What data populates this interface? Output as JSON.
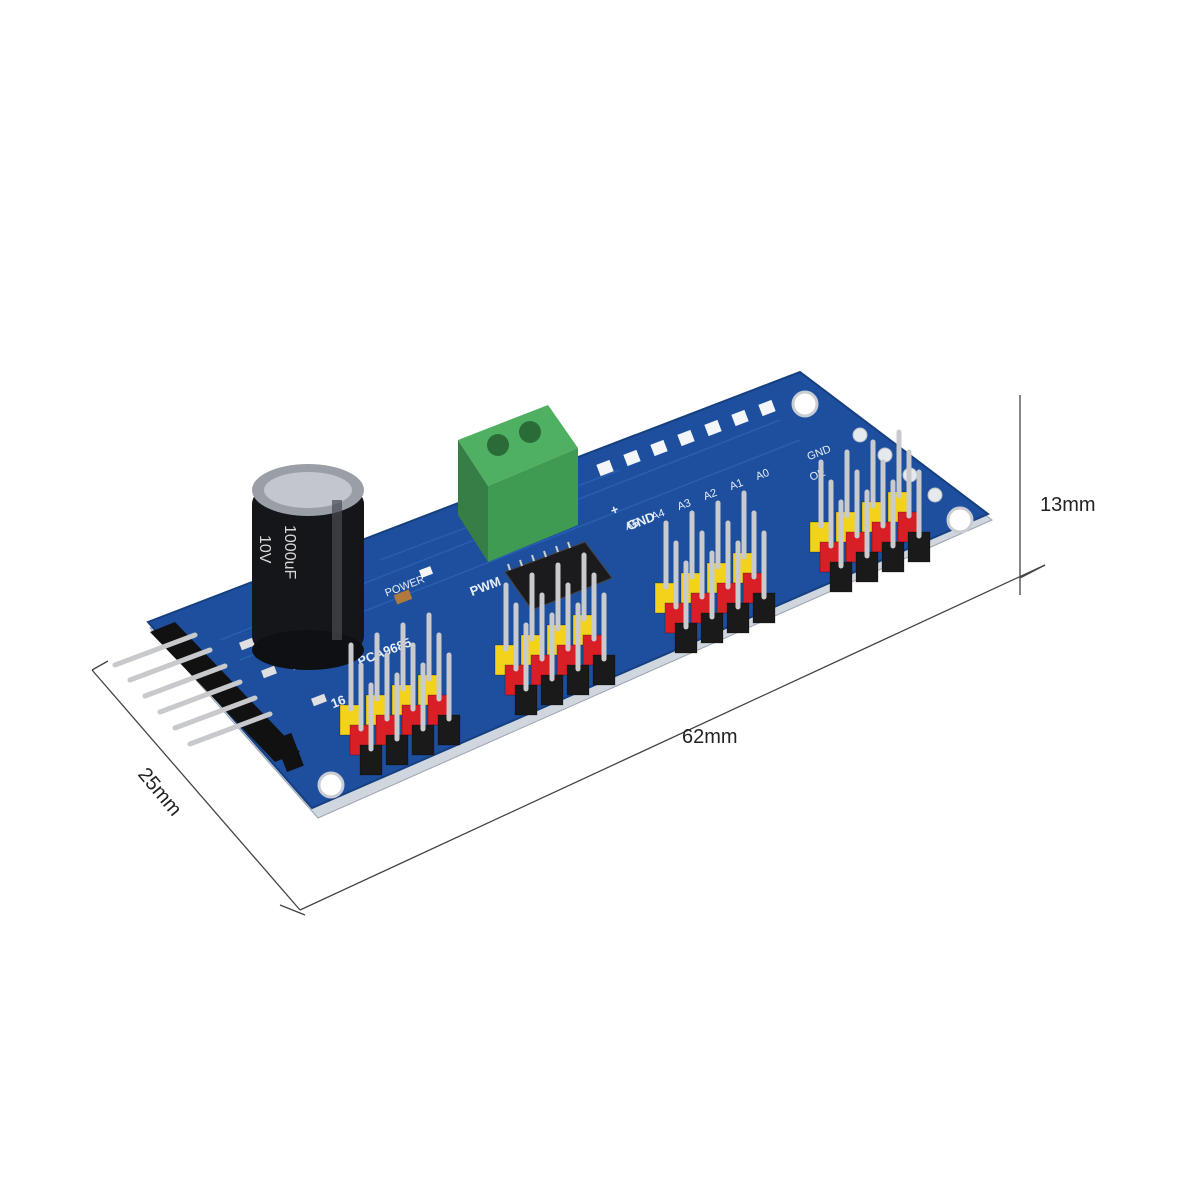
{
  "dimensions": {
    "height": "13mm",
    "length": "62mm",
    "width": "25mm"
  },
  "board": {
    "pcb_color": "#1d4f9e",
    "silkscreen": {
      "chip_name": "PCA9685",
      "channels": "16",
      "power": "POWER",
      "pwm": "PWM",
      "gnd": "GND",
      "oe": "OE",
      "plus": "+",
      "address_pins": [
        "A5",
        "A4",
        "A3",
        "A2",
        "A1",
        "A0"
      ]
    },
    "capacitor": {
      "label": "1000uF",
      "voltage": "10V"
    },
    "terminal_color": "#3f9a52",
    "header_colors": {
      "signal": "#f2d21b",
      "power": "#d81f26",
      "ground": "#1a1a1a"
    }
  }
}
